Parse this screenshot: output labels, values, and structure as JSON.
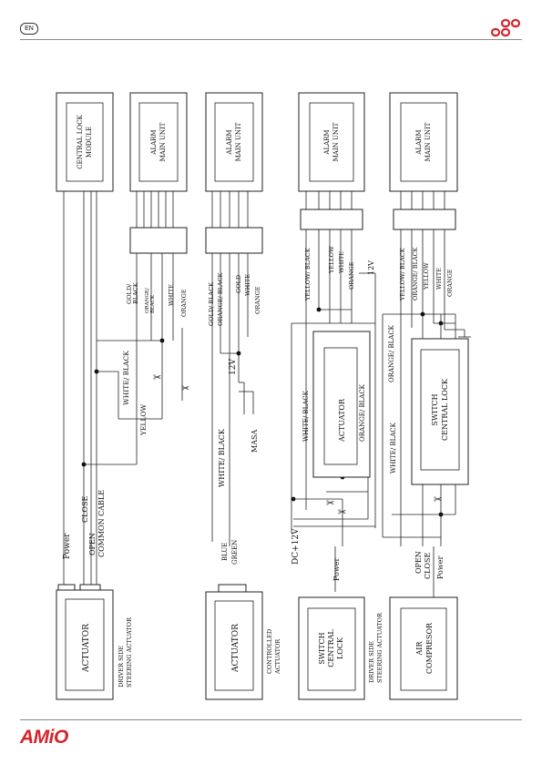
{
  "header": {
    "lang": "EN",
    "brand_color": "#d4242a"
  },
  "footer": {
    "logo": "AMiO",
    "page": ""
  },
  "diagram": {
    "col1": {
      "module": [
        "CENTRAL LOCK",
        "MODULE"
      ],
      "wires": [
        "Power",
        "OPEN",
        "CLOSE",
        "COMMON CABLE",
        "WHITE/ BLACK",
        "YELLOW"
      ],
      "alarm": [
        "ALARM",
        "MAIN UNIT"
      ],
      "alarm_wires": [
        "GOLD/",
        "BLACK",
        "ORANGE/",
        "BLACK",
        "WHITE",
        "ORANGE"
      ],
      "actuator": "ACTUATOR",
      "note": [
        "DRIVER SIDE",
        "STEERING ACTUATOR"
      ]
    },
    "col2": {
      "alarm": [
        "ALARM",
        "MAIN UNIT"
      ],
      "alarm_wires": [
        "GOLD/ BLACK",
        "ORANGE/ BLACK",
        "GOLD",
        "WHITE",
        "ORANGE"
      ],
      "labels": [
        "12V",
        "WHITE/ BLACK",
        "MASA",
        "BLUE",
        "GREEN"
      ],
      "actuator": "ACTUATOR",
      "note": [
        "CONTROLLED",
        "ACTUATOR"
      ]
    },
    "col3": {
      "alarm": [
        "ALARM",
        "MAIN UNIT"
      ],
      "alarm_wires": [
        "YELLOW/ BLACK",
        "YELLOW",
        "WHITE",
        "ORANGE"
      ],
      "labels": [
        "12V",
        "WHITE/ BLACK",
        "ORANGE/ BLACK",
        "DC+12V",
        "Power"
      ],
      "inner": "ACTUATOR",
      "switch": [
        "SWITCH",
        "CENTRAL",
        "LOCK"
      ],
      "note": [
        "DRIVER SIDE",
        "STEERING ACTUATOR"
      ]
    },
    "col4": {
      "alarm": [
        "ALARM",
        "MAIN UNIT"
      ],
      "alarm_wires": [
        "YELLOW/ BLACK",
        "ORANGE/ BLACK",
        "YELLOW",
        "WHITE",
        "ORANGE"
      ],
      "labels": [
        "ORANGE/ BLACK",
        "WHITE/ BLACK",
        "OPEN",
        "CLOSE",
        "Power"
      ],
      "inner": [
        "SWITCH",
        "CENTRAL LOCK"
      ],
      "compressor": [
        "AIR",
        "COMPRESOR"
      ]
    }
  }
}
